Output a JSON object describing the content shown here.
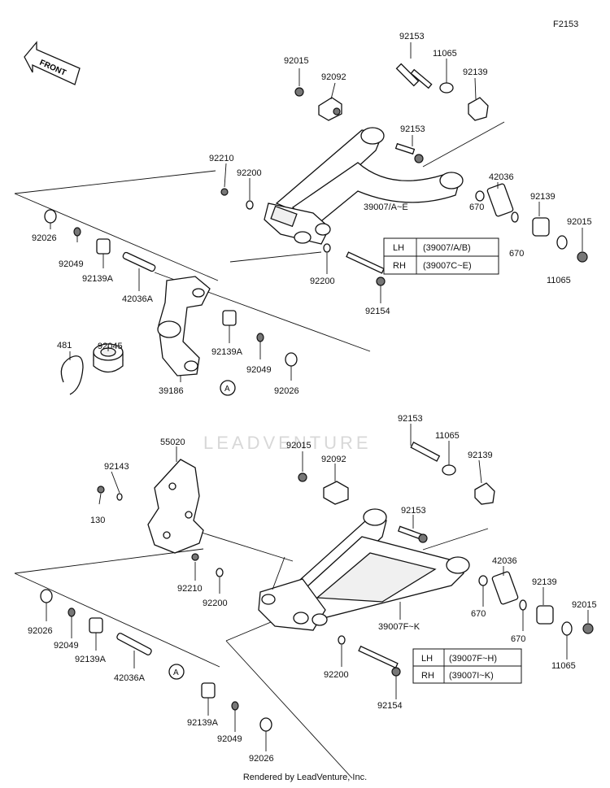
{
  "diagram_code": "F2153",
  "front_arrow_label": "FRONT",
  "watermark": "LEADVENTURE",
  "footer": "Rendered by LeadVenture, Inc.",
  "upper": {
    "parts": {
      "p92153a": "92153",
      "p11065a": "11065",
      "p92015a": "92015",
      "p92092": "92092",
      "p92139a": "92139",
      "p92153b": "92153",
      "p92210": "92210",
      "p92200a": "92200",
      "p42036": "42036",
      "p92139b": "92139",
      "p92015b": "92015",
      "p39007": "39007/A~E",
      "p670a": "670",
      "p670b": "670",
      "p11065b": "11065",
      "p92026a": "92026",
      "p92049a": "92049",
      "p92139A_a": "92139A",
      "p42036A": "42036A",
      "p92200b": "92200",
      "p92154": "92154",
      "p481": "481",
      "p92045": "92045",
      "p92139A_b": "92139A",
      "p92049b": "92049",
      "p92026b": "92026",
      "p39186": "39186",
      "ref_a": "A"
    },
    "table": [
      {
        "side": "LH",
        "parts": "(39007/A/B)"
      },
      {
        "side": "RH",
        "parts": "(39007C~E)"
      }
    ]
  },
  "lower": {
    "parts": {
      "p55020": "55020",
      "p92015a": "92015",
      "p92153a": "92153",
      "p11065a": "11065",
      "p92092": "92092",
      "p92139a": "92139",
      "p92143": "92143",
      "p130": "130",
      "p92153b": "92153",
      "p92210": "92210",
      "p92200a": "92200",
      "p42036": "42036",
      "p92139b": "92139",
      "p92015b": "92015",
      "p670a": "670",
      "p670b": "670",
      "p39007": "39007F~K",
      "p11065b": "11065",
      "p92026a": "92026",
      "p92049a": "92049",
      "p92139A_a": "92139A",
      "p42036A": "42036A",
      "ref_a": "A",
      "p92200b": "92200",
      "p92154": "92154",
      "p92139A_b": "92139A",
      "p92049b": "92049",
      "p92026b": "92026"
    },
    "table": [
      {
        "side": "LH",
        "parts": "(39007F~H)"
      },
      {
        "side": "RH",
        "parts": "(39007I~K)"
      }
    ]
  }
}
